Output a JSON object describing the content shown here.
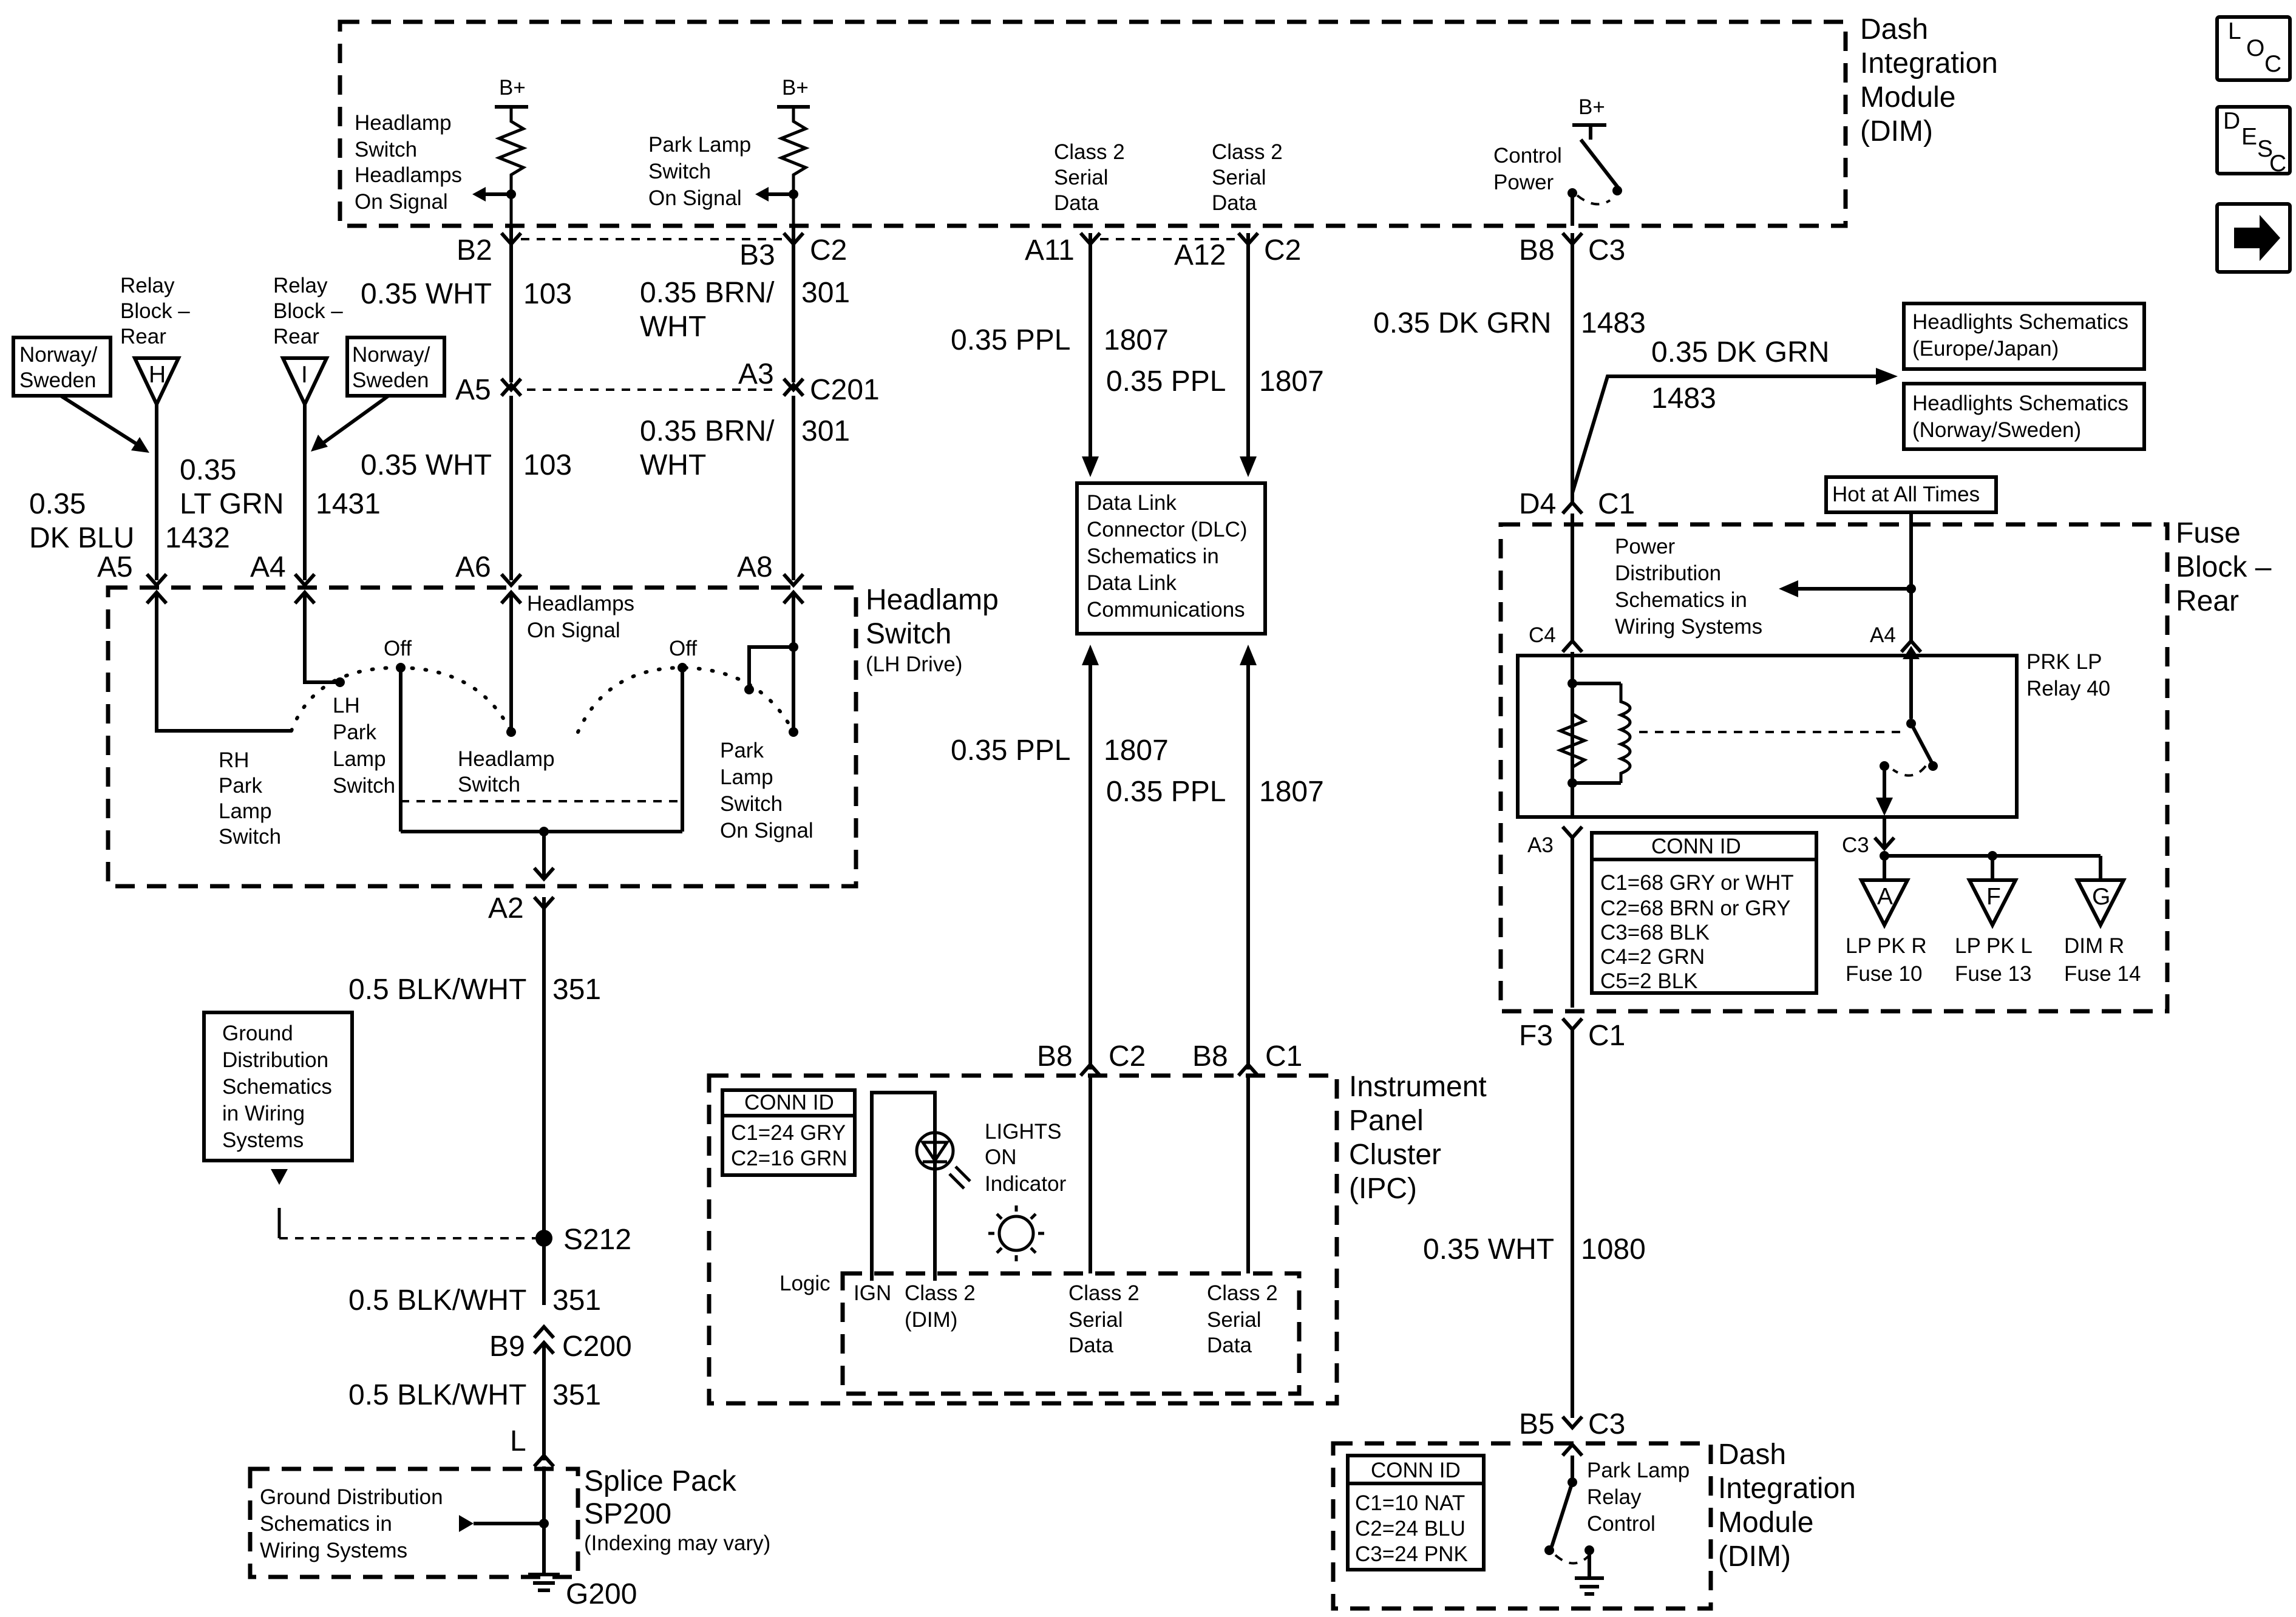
{
  "side_icons": {
    "loc": {
      "L": "L",
      "O": "O",
      "C": "C"
    },
    "desc": {
      "D": "D",
      "E": "E",
      "S": "S",
      "C": "C"
    },
    "next_arrow": "arrow-right-icon"
  },
  "dim_top": {
    "title": [
      "Dash",
      "Integration",
      "Module",
      "(DIM)"
    ],
    "headlamp_signal": [
      "Headlamp",
      "Switch",
      "Headlamps",
      "On Signal"
    ],
    "park_signal": [
      "Park Lamp",
      "Switch",
      "On Signal"
    ],
    "b_plus": "B+",
    "serial_a": [
      "Class 2",
      "Serial",
      "Data"
    ],
    "serial_b": [
      "Class 2",
      "Serial",
      "Data"
    ],
    "control_power": [
      "Control",
      "Power"
    ]
  },
  "pins": {
    "b2": "B2",
    "b3": "B3",
    "c2_b3": "C2",
    "a11": "A11",
    "a12": "A12",
    "c2_a12": "C2",
    "b8": "B8",
    "c3_b8": "C3",
    "a5_c201": "A5",
    "a3_c201": "A3",
    "c201": "C201",
    "d4": "D4",
    "c1_d4": "C1",
    "hs_a5": "A5",
    "hs_a4": "A4",
    "hs_a6": "A6",
    "hs_a8": "A8",
    "hs_a2": "A2",
    "ipc_b8_1": "B8",
    "ipc_c2": "C2",
    "ipc_b8_2": "B8",
    "ipc_c1": "C1",
    "s212": "S212",
    "b9": "B9",
    "c200": "C200",
    "l": "L",
    "g200": "G200",
    "fb_c4": "C4",
    "fb_a4": "A4",
    "fb_a3": "A3",
    "fb_c3": "C3",
    "f3": "F3",
    "c1_f3": "C1",
    "b5": "B5",
    "c3_b5": "C3"
  },
  "wires": {
    "w103_a": {
      "gauge": "0.35 WHT",
      "circuit": "103"
    },
    "w103_b": {
      "gauge": "0.35 WHT",
      "circuit": "103"
    },
    "w301_a": {
      "gauge": [
        "0.35 BRN/",
        "WHT"
      ],
      "circuit": "301"
    },
    "w301_b": {
      "gauge": [
        "0.35 BRN/",
        "WHT"
      ],
      "circuit": "301"
    },
    "w1807_a": {
      "gauge": "0.35 PPL",
      "circuit": "1807"
    },
    "w1807_b": {
      "gauge": "0.35 PPL",
      "circuit": "1807"
    },
    "w1807_c": {
      "gauge": "0.35 PPL",
      "circuit": "1807"
    },
    "w1807_d": {
      "gauge": "0.35 PPL",
      "circuit": "1807"
    },
    "w1483_a": {
      "gauge": "0.35 DK GRN",
      "circuit": "1483"
    },
    "w1483_b": {
      "gauge": "0.35 DK GRN",
      "circuit": "1483"
    },
    "w1432": {
      "gauge": [
        "0.35",
        "DK BLU"
      ],
      "circuit": "1432"
    },
    "w1431": {
      "gauge": [
        "0.35",
        "LT GRN"
      ],
      "circuit": "1431"
    },
    "w351_a": {
      "gauge": "0.5 BLK/WHT",
      "circuit": "351"
    },
    "w351_b": {
      "gauge": "0.5 BLK/WHT",
      "circuit": "351"
    },
    "w351_c": {
      "gauge": "0.5 BLK/WHT",
      "circuit": "351"
    },
    "w1080": {
      "gauge": "0.35 WHT",
      "circuit": "1080"
    }
  },
  "relay_block": {
    "left": {
      "label": [
        "Relay",
        "Block –",
        "Rear"
      ],
      "letter": "H",
      "region": [
        "Norway/",
        "Sweden"
      ]
    },
    "right": {
      "label": [
        "Relay",
        "Block –",
        "Rear"
      ],
      "letter": "I",
      "region": [
        "Norway/",
        "Sweden"
      ]
    }
  },
  "headlamp_switch": {
    "title": [
      "Headlamp",
      "Switch"
    ],
    "subtitle": "(LH Drive)",
    "off_1": "Off",
    "off_2": "Off",
    "headlamps_signal": [
      "Headlamps",
      "On Signal"
    ],
    "rh_park": [
      "RH",
      "Park",
      "Lamp",
      "Switch"
    ],
    "lh_park": [
      "LH",
      "Park",
      "Lamp",
      "Switch"
    ],
    "headlamp_sw": [
      "Headlamp",
      "Switch"
    ],
    "park_signal": [
      "Park",
      "Lamp",
      "Switch",
      " On Signal"
    ]
  },
  "dlc_box": [
    "Data Link",
    "Connector (DLC)",
    "Schematics in",
    "Data Link",
    "Communications"
  ],
  "headlights_europe": [
    "Headlights Schematics",
    "(Europe/Japan)"
  ],
  "headlights_norway": [
    "Headlights Schematics",
    "(Norway/Sweden)"
  ],
  "hot_at_all_times": "Hot at All Times",
  "fuse_block": {
    "title": [
      "Fuse",
      "Block –",
      "Rear"
    ],
    "power_dist": [
      "Power",
      "Distribution",
      "Schematics in",
      "Wiring Systems"
    ],
    "relay": [
      "PRK LP",
      "Relay 40"
    ],
    "conn_id_title": "CONN ID",
    "conn_id": [
      "C1=68 GRY or WHT",
      "C2=68 BRN or GRY",
      "C3=68 BLK",
      "C4=2 GRN",
      "C5=2 BLK"
    ],
    "fuses": [
      {
        "letter": "A",
        "label": [
          "LP PK R",
          "Fuse 10"
        ]
      },
      {
        "letter": "F",
        "label": [
          "LP PK L",
          "Fuse 13"
        ]
      },
      {
        "letter": "G",
        "label": [
          "DIM R",
          "Fuse 14"
        ]
      }
    ]
  },
  "ipc": {
    "title": [
      "Instrument",
      "Panel",
      "Cluster",
      "(IPC)"
    ],
    "conn_id_title": "CONN ID",
    "conn_id": [
      "C1=24 GRY",
      "C2=16 GRN"
    ],
    "lights_on": [
      "LIGHTS",
      "ON",
      "Indicator"
    ],
    "logic": "Logic",
    "ign": "IGN",
    "class2_dim": [
      "Class 2",
      "(DIM)"
    ],
    "serial_a": [
      "Class 2",
      "Serial",
      "Data"
    ],
    "serial_b": [
      "Class 2",
      "Serial",
      "Data"
    ]
  },
  "ground_dist": [
    "Ground",
    "Distribution",
    "Schematics",
    "in Wiring",
    "Systems"
  ],
  "splice": {
    "title": [
      "Splice Pack",
      "SP200"
    ],
    "note": "(Indexing may vary)",
    "ground_ref": [
      "Ground Distribution",
      "Schematics in",
      "Wiring Systems"
    ]
  },
  "dim_bottom": {
    "title": [
      "Dash",
      "Integration",
      "Module",
      "(DIM)"
    ],
    "conn_id_title": "CONN ID",
    "conn_id": [
      "C1=10 NAT",
      "C2=24 BLU",
      "C3=24 PNK"
    ],
    "relay_control": [
      "Park Lamp",
      "Relay",
      "Control"
    ]
  }
}
